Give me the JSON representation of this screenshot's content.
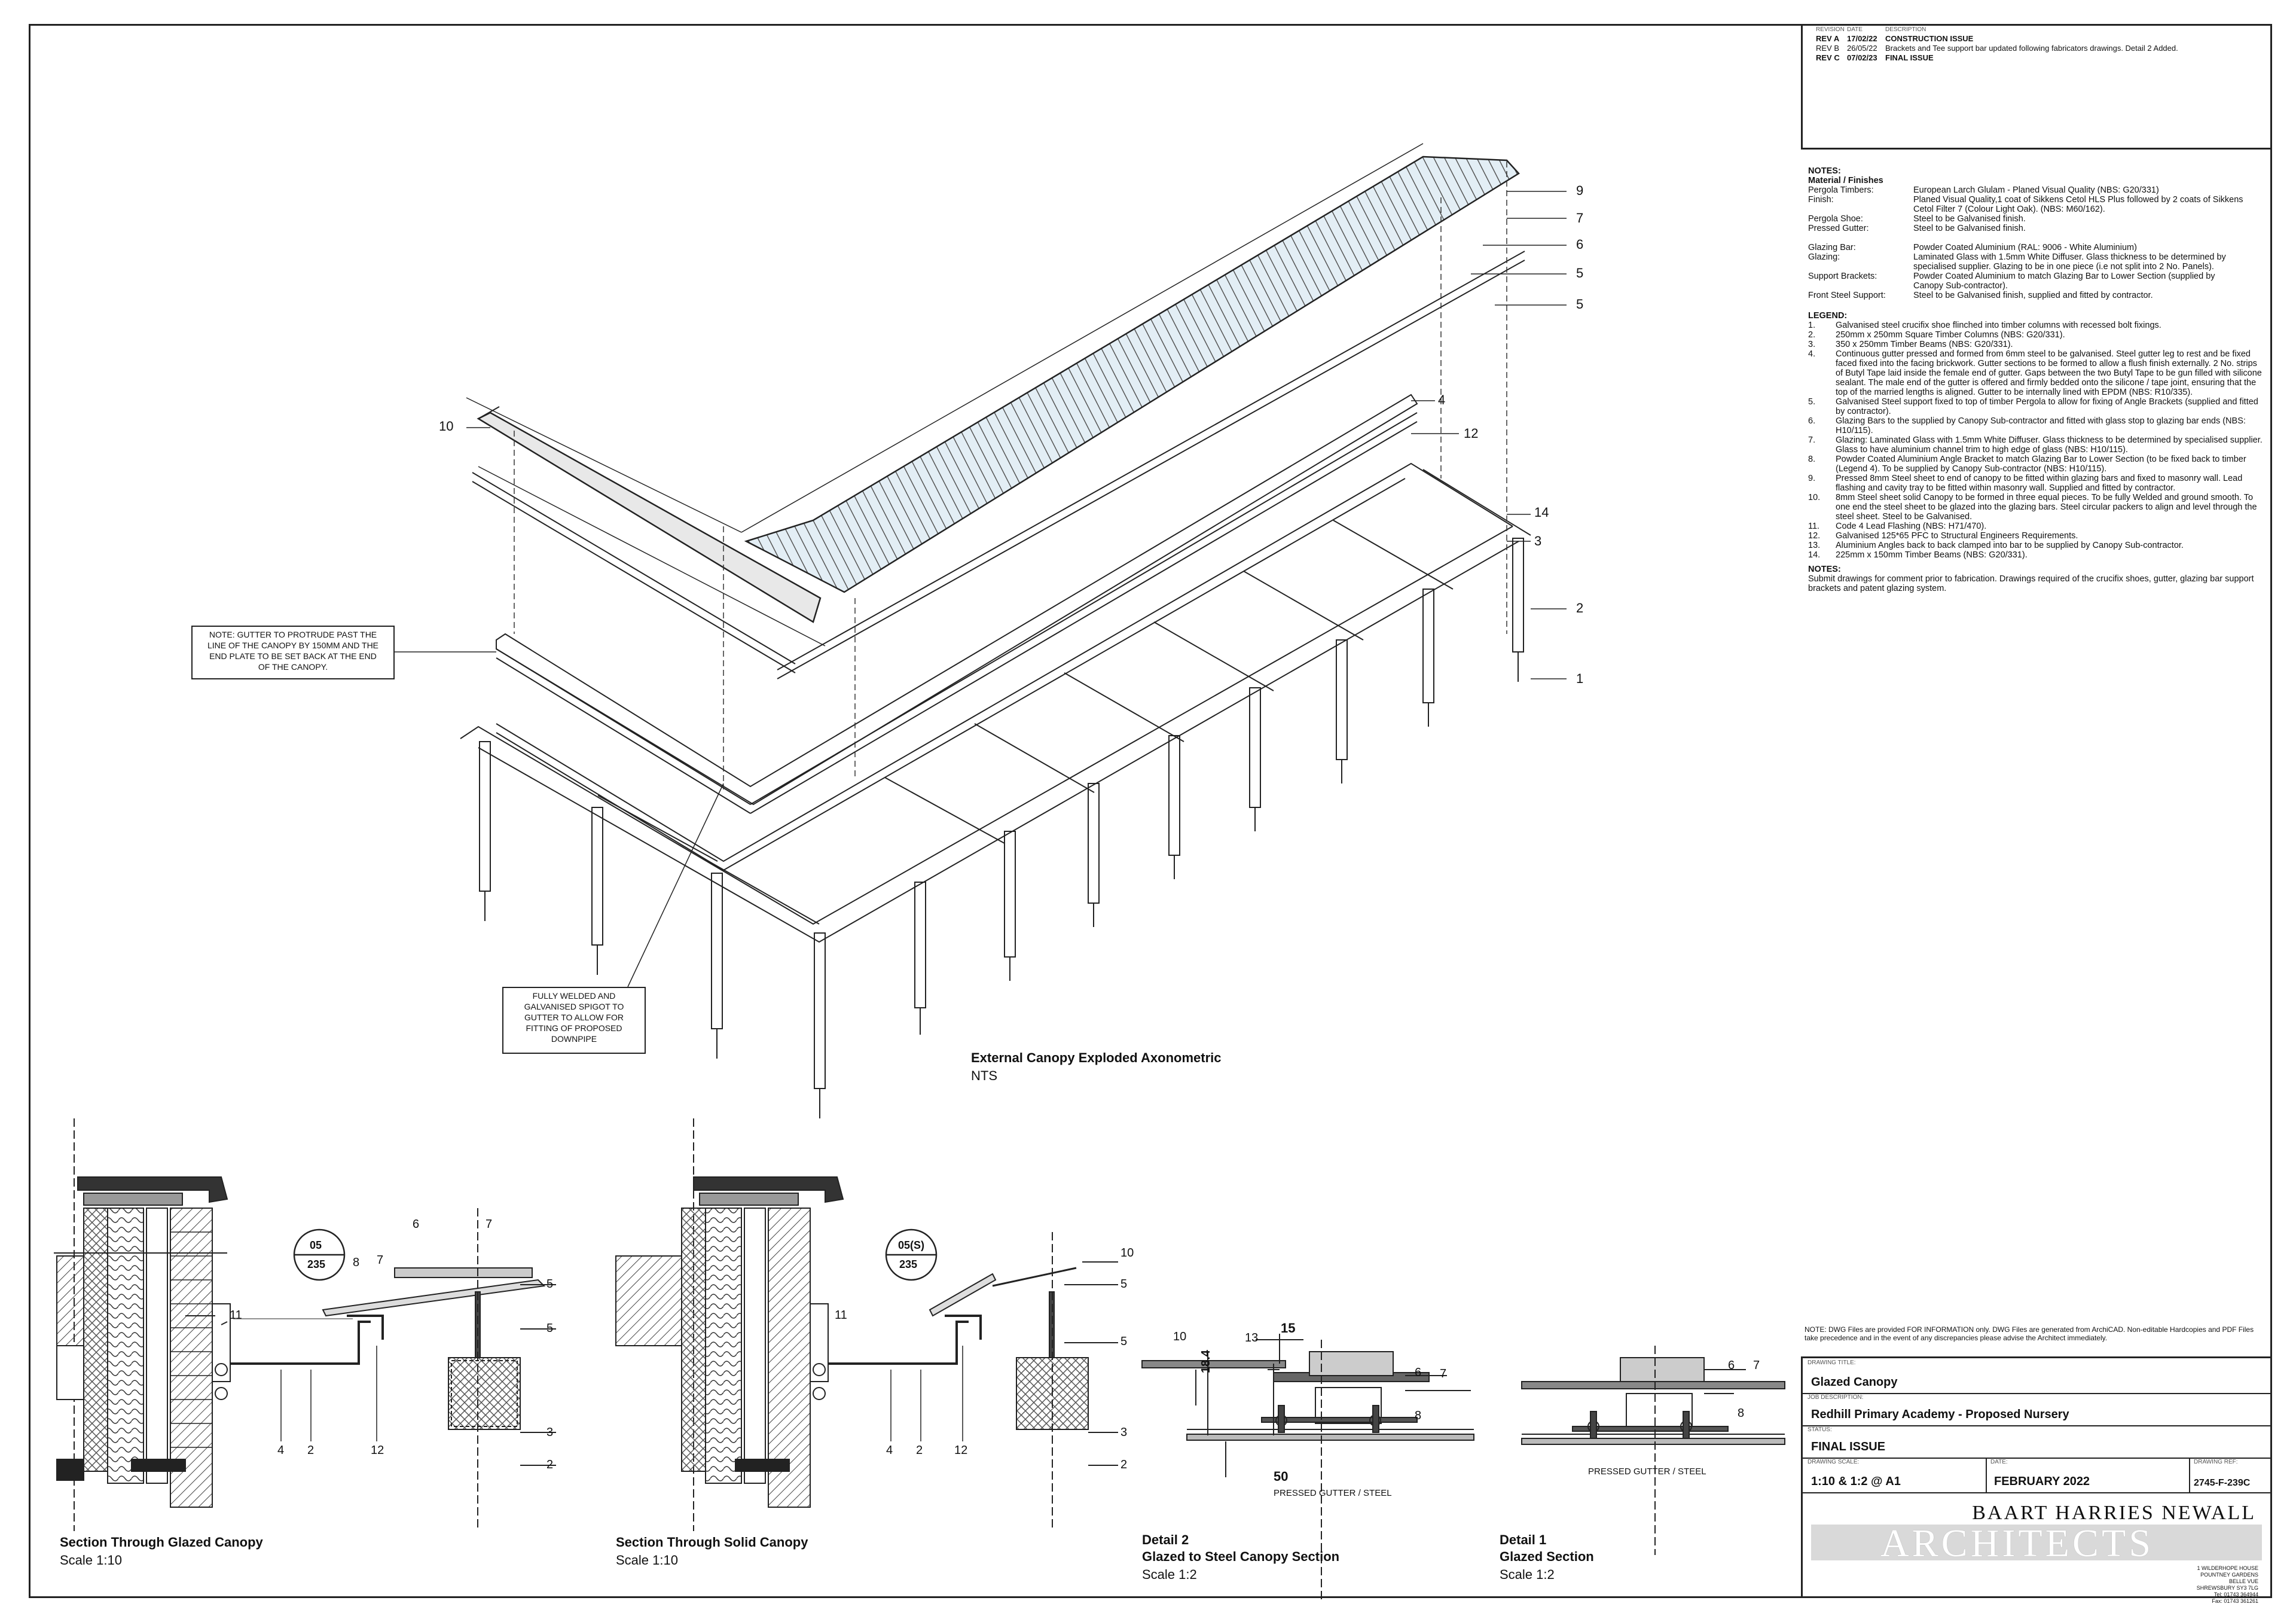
{
  "revisions": {
    "headers": [
      "REVISION",
      "DATE",
      "DESCRIPTION"
    ],
    "rows": [
      {
        "rev": "REV A",
        "date": "17/02/22",
        "desc": "CONSTRUCTION ISSUE"
      },
      {
        "rev": "REV B",
        "date": "26/05/22",
        "desc": "Brackets and Tee support bar updated following fabricators drawings.  Detail 2 Added."
      },
      {
        "rev": "REV C",
        "date": "07/02/23",
        "desc": "FINAL ISSUE"
      }
    ]
  },
  "notes": {
    "heading": "NOTES:",
    "materials_heading": "Material / Finishes",
    "materials": [
      {
        "k": "Pergola Timbers:",
        "v": "European Larch Glulam - Planed Visual Quality (NBS: G20/331)"
      },
      {
        "k": "Finish:",
        "v": "Planed Visual Quality,1 coat of Sikkens Cetol HLS Plus followed by 2 coats of Sikkens"
      },
      {
        "k": "",
        "v": "Cetol Filter 7 (Colour Light Oak). (NBS: M60/162)."
      },
      {
        "k": "Pergola Shoe:",
        "v": "Steel to be Galvanised finish."
      },
      {
        "k": "Pressed Gutter:",
        "v": "Steel to be Galvanised finish."
      },
      {
        "k": "",
        "v": ""
      },
      {
        "k": "Glazing Bar:",
        "v": "Powder Coated Aluminium (RAL: 9006 - White Aluminium)"
      },
      {
        "k": "Glazing:",
        "v": "Laminated Glass with 1.5mm White Diffuser.  Glass thickness to be determined by"
      },
      {
        "k": "",
        "v": "specialised supplier.  Glazing to be in one piece (i.e not split into 2 No. Panels)."
      },
      {
        "k": "Support Brackets:",
        "v": "Powder Coated Aluminium to match Glazing Bar to Lower Section (supplied by"
      },
      {
        "k": "",
        "v": "Canopy Sub-contractor)."
      },
      {
        "k": "Front Steel Support:",
        "v": "Steel to be Galvanised finish, supplied and fitted by contractor."
      }
    ],
    "legend_heading": "LEGEND:",
    "legend": [
      {
        "n": "1.",
        "t": "Galvanised steel crucifix shoe flinched into timber columns with recessed bolt fixings."
      },
      {
        "n": "2.",
        "t": "250mm x 250mm Square Timber Columns (NBS: G20/331)."
      },
      {
        "n": "3.",
        "t": "350 x 250mm Timber Beams (NBS: G20/331)."
      },
      {
        "n": "4.",
        "t": "Continuous gutter pressed and formed from 6mm steel to be galvanised.  Steel gutter leg to rest and be fixed faced fixed into the facing brickwork.  Gutter sections to be formed to allow a flush finish externally. 2 No. strips of Butyl Tape laid inside the female end of gutter.  Gaps between the two Butyl Tape to be gun filled with silicone sealant.  The male end of the gutter is offered and firmly bedded onto the silicone / tape joint, ensuring that the top of the married lengths is aligned.  Gutter to be internally lined with EPDM (NBS: R10/335)."
      },
      {
        "n": "5.",
        "t": "Galvanised Steel support fixed to top of timber Pergola to allow for fixing of Angle Brackets (supplied and fitted by contractor)."
      },
      {
        "n": "6.",
        "t": "Glazing Bars to the supplied by Canopy Sub-contractor and fitted with glass stop to glazing bar ends (NBS: H10/115)."
      },
      {
        "n": "7.",
        "t": "Glazing: Laminated Glass with 1.5mm White Diffuser.  Glass thickness to be determined by specialised supplier.  Glass to have aluminium channel trim to high edge of glass (NBS: H10/115)."
      },
      {
        "n": "8.",
        "t": "Powder Coated Aluminium Angle Bracket to match Glazing Bar to Lower Section (to be fixed back to timber (Legend 4).  To be supplied by Canopy Sub-contractor (NBS: H10/115)."
      },
      {
        "n": "9.",
        "t": "Pressed 8mm Steel sheet to end of canopy to be fitted within glazing bars and fixed to masonry wall. Lead flashing and cavity tray to be fitted within masonry wall.  Supplied and fitted by contractor."
      },
      {
        "n": "10.",
        "t": "8mm Steel sheet solid Canopy to be formed in three equal pieces.  To be fully Welded and ground smooth.  To one end the steel sheet to be glazed into the glazing bars.  Steel circular packers to align and level through the steel sheet. Steel to be Galvanised."
      },
      {
        "n": "11.",
        "t": "Code 4 Lead Flashing (NBS: H71/470)."
      },
      {
        "n": "12.",
        "t": "Galvanised 125*65 PFC to Structural Engineers Requirements."
      },
      {
        "n": "13.",
        "t": "Aluminium Angles back to back clamped into bar to be supplied by Canopy Sub-contractor."
      },
      {
        "n": "14.",
        "t": "225mm x 150mm Timber Beams (NBS: G20/331)."
      }
    ],
    "notes2_heading": "NOTES:",
    "notes2": "Submit drawings for comment prior to fabrication.  Drawings required of the crucifix shoes, gutter, glazing bar support brackets and patent glazing system."
  },
  "dwg_note": "NOTE: DWG Files are provided FOR INFORMATION only.  DWG Files are generated from ArchiCAD.  Non-editable Hardcopies and PDF Files take precedence and in the event of any discrepancies please advise the Architect immediately.",
  "title_block": {
    "drawing_title_cap": "DRAWING TITLE:",
    "drawing_title": "Glazed Canopy",
    "job_cap": "JOB DESCRIPTION:",
    "job": "Redhill Primary Academy - Proposed Nursery",
    "status_cap": "STATUS:",
    "status": "FINAL ISSUE",
    "scale_cap": "DRAWING SCALE:",
    "scale": "1:10 & 1:2 @ A1",
    "date_cap": "DATE:",
    "date": "FEBRUARY 2022",
    "ref_cap": "DRAWING REF:",
    "ref": "2745-F-239C",
    "firm_line1": "BAART HARRIES NEWALL",
    "firm_line2": "ARCHITECTS",
    "address": [
      "1 WILDERHOPE HOUSE",
      "POUNTNEY GARDENS",
      "BELLE VUE",
      "SHREWSBURY SY3 7LG",
      "Tel: 01743 364944",
      "Fax: 01743 361261"
    ]
  },
  "views": {
    "axo_title": "External Canopy Exploded Axonometric",
    "axo_scale": "NTS",
    "sec1_title": "Section Through Glazed Canopy",
    "sec1_scale": "Scale 1:10",
    "sec2_title": "Section Through Solid Canopy",
    "sec2_scale": "Scale 1:10",
    "det2_title1": "Detail 2",
    "det2_title2": "Glazed to Steel Canopy Section",
    "det2_scale": "Scale 1:2",
    "det1_title1": "Detail 1",
    "det1_title2": "Glazed Section",
    "det1_scale": "Scale 1:2",
    "pressed_gutter": "PRESSED GUTTER / STEEL"
  },
  "callouts": {
    "gutter_note": [
      "NOTE:  GUTTER TO PROTRUDE PAST THE",
      "LINE OF THE CANOPY BY 150MM AND THE",
      "END PLATE TO BE SET BACK AT THE END",
      "OF THE CANOPY."
    ],
    "spigot_note": [
      "FULLY WELDED AND",
      "GALVANISED SPIGOT TO",
      "GUTTER TO ALLOW FOR",
      "FITTING OF PROPOSED",
      "DOWNPIPE"
    ],
    "tag1_top": "05",
    "tag1_bot": "235",
    "tag2_top": "05(S)",
    "tag2_bot": "235",
    "det2_dims": [
      "15",
      "18.4",
      "50"
    ]
  }
}
